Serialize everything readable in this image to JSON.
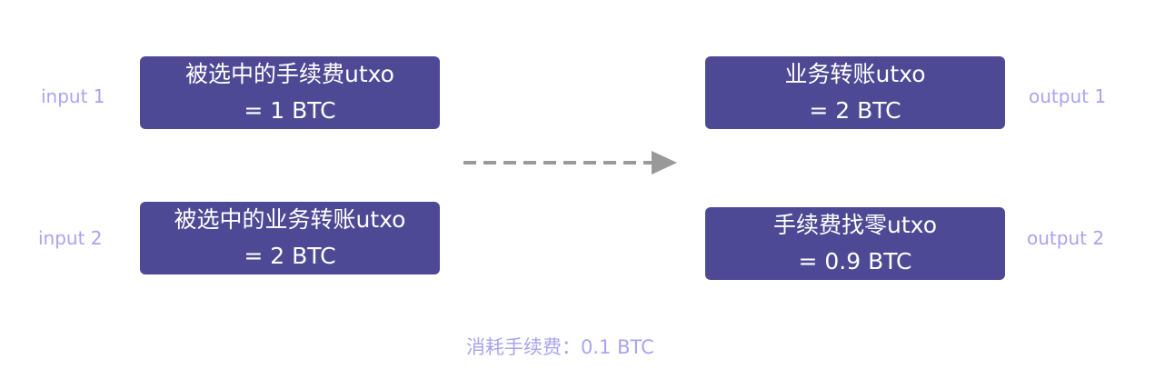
{
  "inputs": [
    {
      "label": "input 1",
      "line1": "被选中的手续费utxo",
      "line2": "= 1 BTC"
    },
    {
      "label": "input 2",
      "line1": "被选中的业务转账utxo",
      "line2": "= 2 BTC"
    }
  ],
  "outputs": [
    {
      "label": "output 1",
      "line1": "业务转账utxo",
      "line2": "= 2 BTC"
    },
    {
      "label": "output 2",
      "line1": "手续费找零utxo",
      "line2": "= 0.9 BTC"
    }
  ],
  "fee_note": "消耗手续费：0.1 BTC",
  "colors": {
    "box_fill": "#4e4994",
    "box_text": "#ffffff",
    "label_text": "#a9a3f0",
    "arrow": "#999999"
  }
}
